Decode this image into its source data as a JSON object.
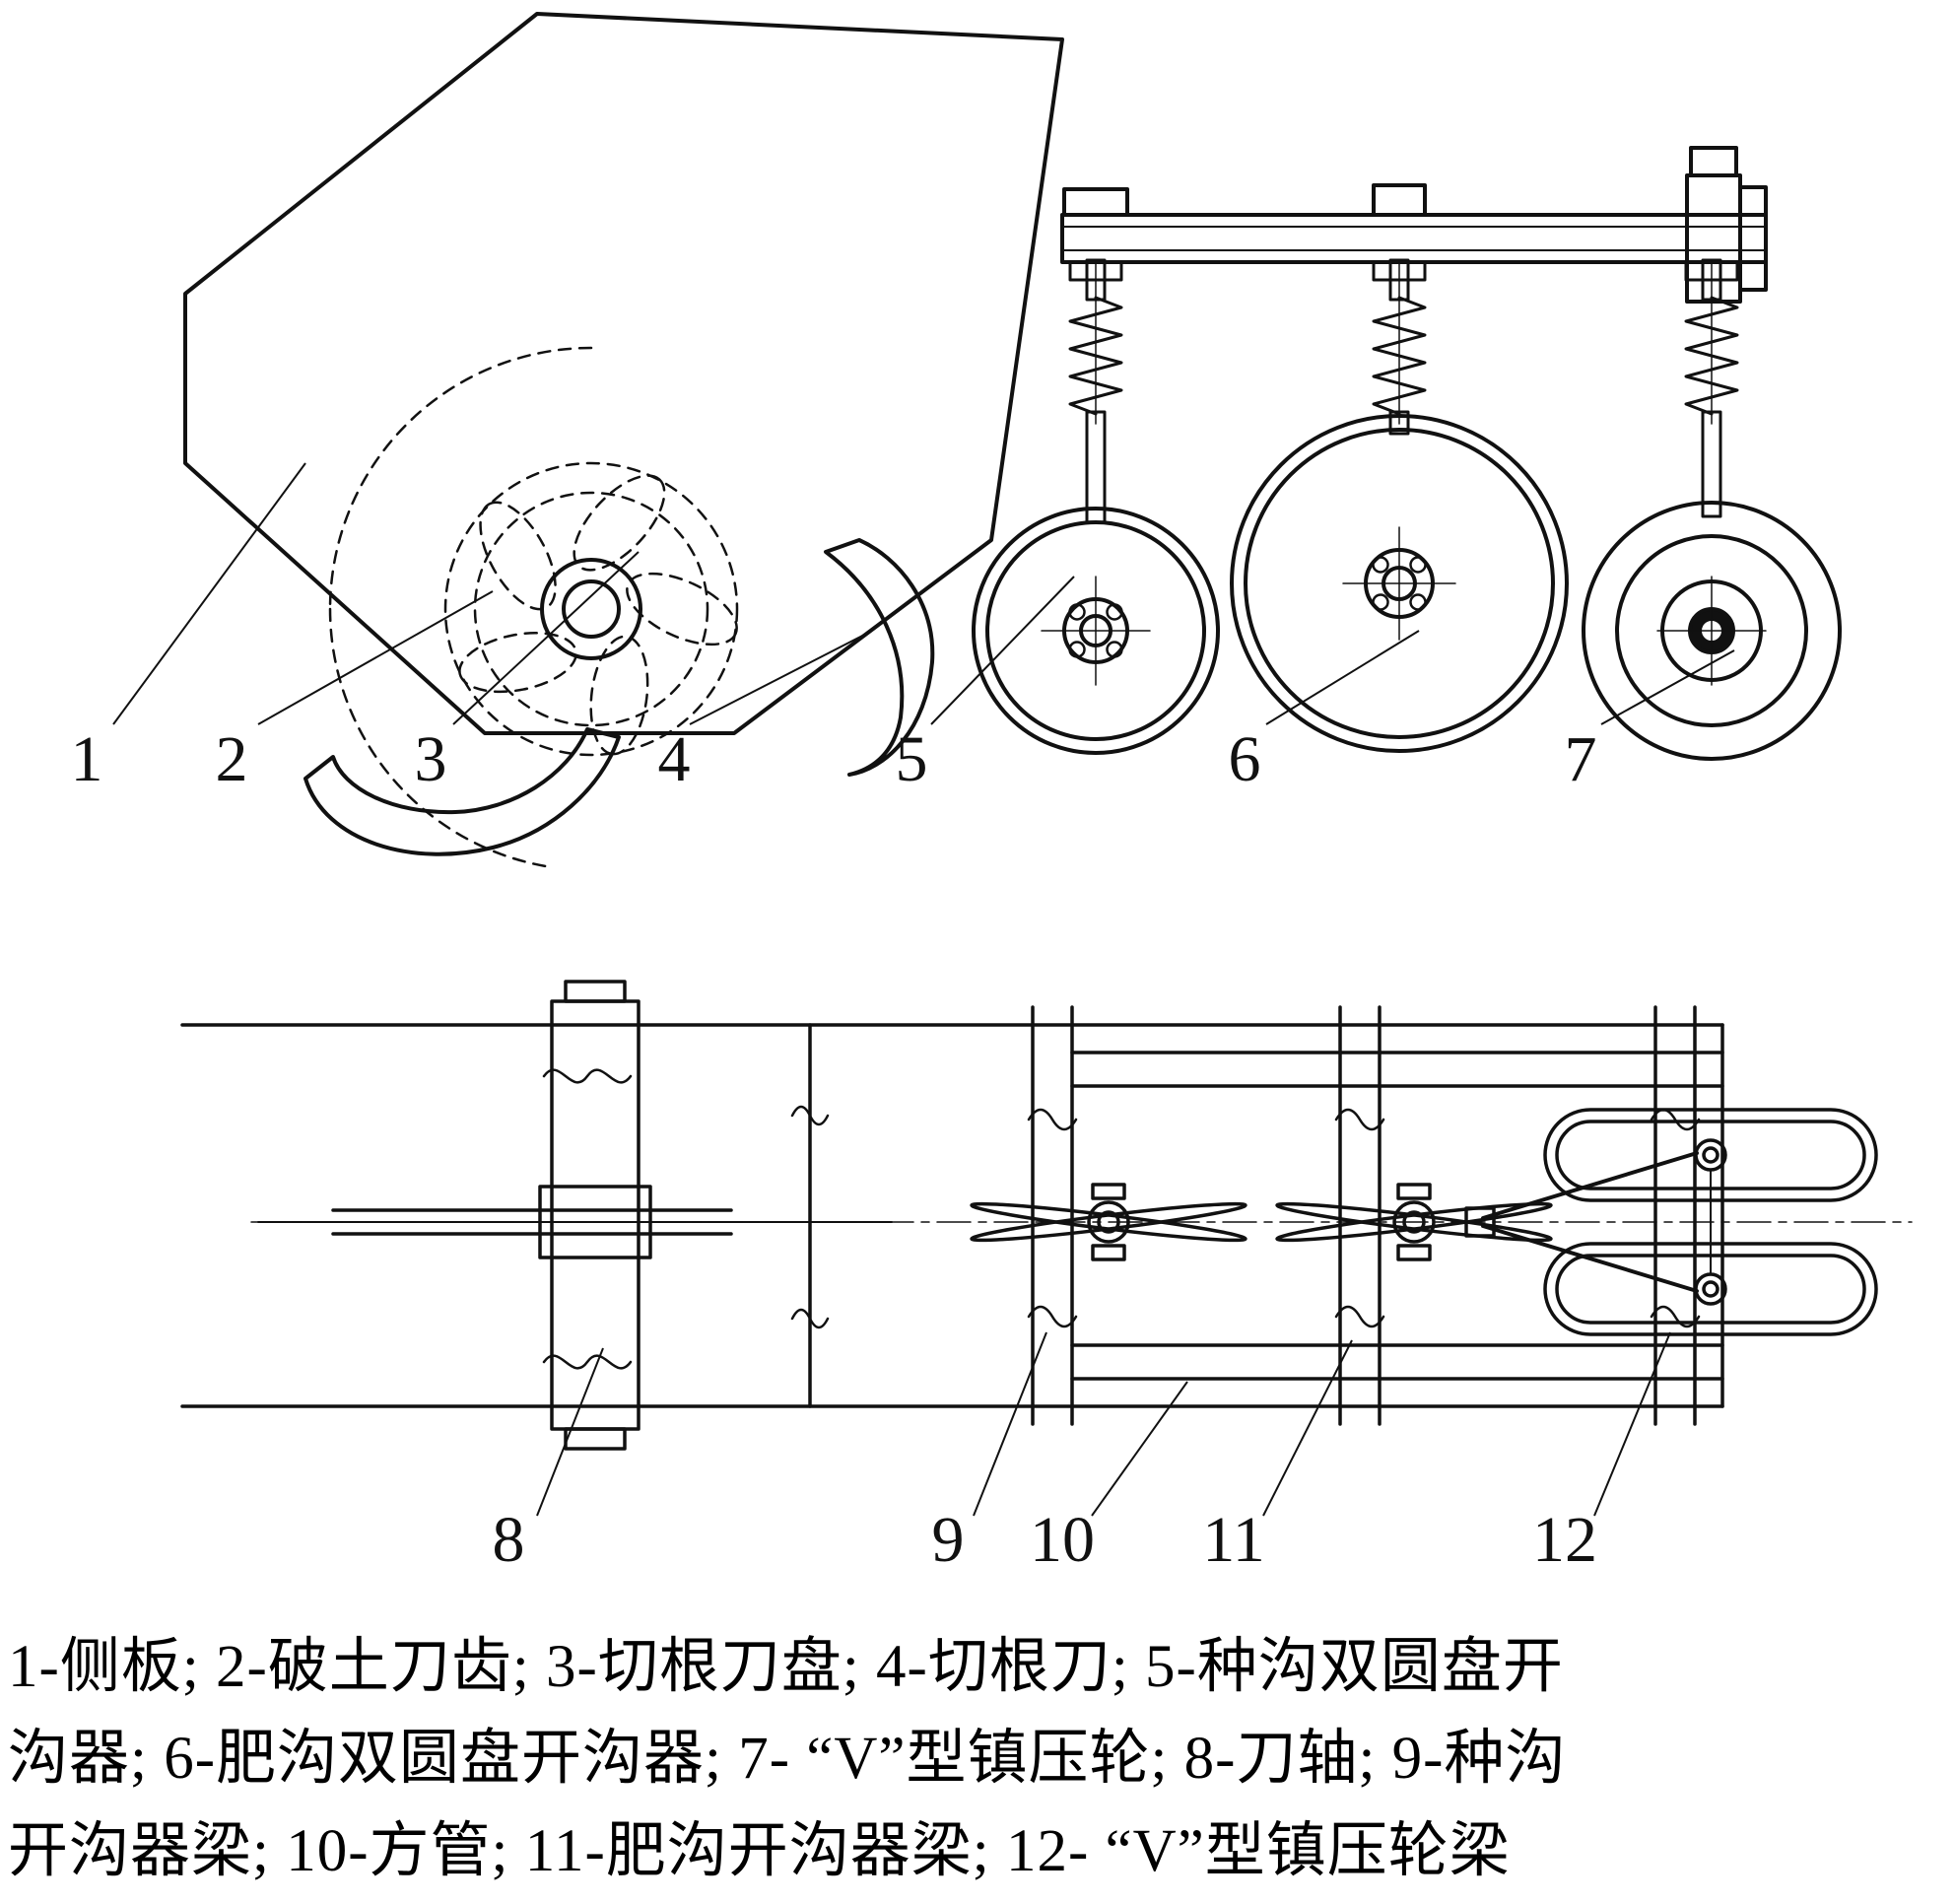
{
  "colors": {
    "ink": "#111111",
    "background": "#ffffff"
  },
  "figure": {
    "type": "technical-diagram",
    "views": {
      "top": "side-view",
      "bottom": "plan-view"
    },
    "callouts": {
      "side_view": [
        "1",
        "2",
        "3",
        "4",
        "5",
        "6",
        "7"
      ],
      "plan_view": [
        "8",
        "9",
        "10",
        "11",
        "12"
      ]
    }
  },
  "caption": {
    "lines": [
      "1-侧板; 2-破土刀齿; 3-切根刀盘; 4-切根刀; 5-种沟双圆盘开",
      "沟器; 6-肥沟双圆盘开沟器; 7- “V”型镇压轮; 8-刀轴; 9-种沟",
      "开沟器梁; 10-方管; 11-肥沟开沟器梁; 12- “V”型镇压轮梁"
    ],
    "parts": [
      {
        "num": "1",
        "name": "侧板"
      },
      {
        "num": "2",
        "name": "破土刀齿"
      },
      {
        "num": "3",
        "name": "切根刀盘"
      },
      {
        "num": "4",
        "name": "切根刀"
      },
      {
        "num": "5",
        "name": "种沟双圆盘开沟器"
      },
      {
        "num": "6",
        "name": "肥沟双圆盘开沟器"
      },
      {
        "num": "7",
        "name": "“V”型镇压轮"
      },
      {
        "num": "8",
        "name": "刀轴"
      },
      {
        "num": "9",
        "name": "种沟开沟器梁"
      },
      {
        "num": "10",
        "name": "方管"
      },
      {
        "num": "11",
        "name": "肥沟开沟器梁"
      },
      {
        "num": "12",
        "name": "“V”型镇压轮梁"
      }
    ]
  }
}
